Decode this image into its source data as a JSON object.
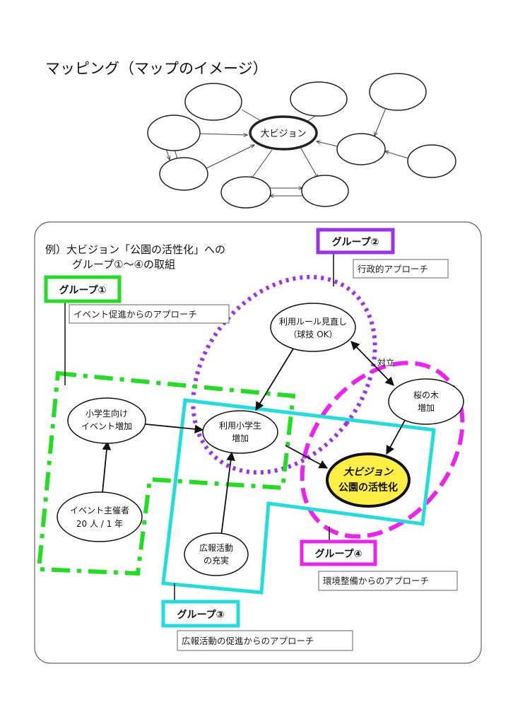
{
  "top": {
    "title": "マッピング（マップのイメージ）",
    "center_label": "大ビジョン"
  },
  "panel": {
    "example_line1": "例）大ビジョン「公園の活性化」への",
    "example_line2": "グループ①～④の取組"
  },
  "groups": {
    "g1": {
      "label": "グループ①",
      "approach": "イベント促進からのアプローチ",
      "color": "#22dd22"
    },
    "g2": {
      "label": "グループ②",
      "approach": "行政的アプローチ",
      "color": "#9933ee"
    },
    "g3": {
      "label": "グループ③",
      "approach": "広報活動の促進からのアプローチ",
      "color": "#22dddd"
    },
    "g4": {
      "label": "グループ④",
      "approach": "環境整備からのアプローチ",
      "color": "#ee22ee"
    }
  },
  "nodes": {
    "rules": {
      "line1": "利用ルール見直し",
      "line2": "（球技 OK）"
    },
    "sakura": {
      "line1": "桜の木",
      "line2": "増加"
    },
    "event_inc": {
      "line1": "小学生向け",
      "line2": "イベント増加"
    },
    "students": {
      "line1": "利用小学生",
      "line2": "増加"
    },
    "vision": {
      "line1": "大ビジョン",
      "line2": "公園の活性化",
      "fill": "#ffee44",
      "accent": "#dd1111"
    },
    "organizers": {
      "line1": "イベント主催者",
      "line2": "20 人 / 1 年"
    },
    "pr": {
      "line1": "広報活動",
      "line2": "の充実"
    }
  },
  "edge_labels": {
    "conflict": "対立"
  }
}
